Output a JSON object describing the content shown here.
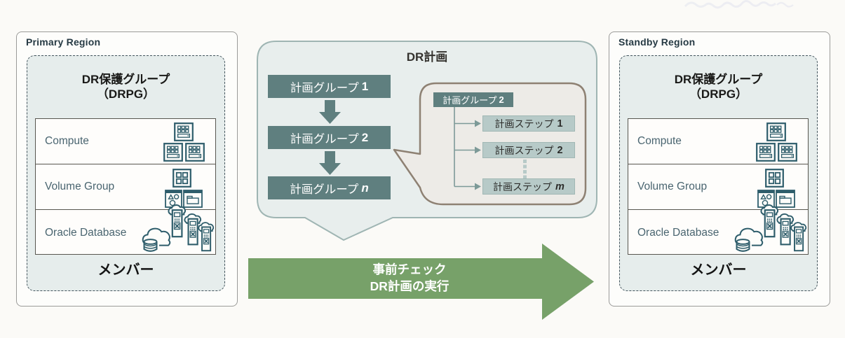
{
  "regions": [
    {
      "label": "Primary Region",
      "drpg": {
        "title_line1": "DR保護グループ",
        "title_line2": "（DRPG）",
        "members": [
          {
            "label": "Compute",
            "icons": [
              "vm-icon",
              "vm-icon",
              "vm-icon"
            ]
          },
          {
            "label": "Volume Group",
            "icons": [
              "panes-icon",
              "shapes-icon",
              "folder-icon"
            ]
          },
          {
            "label": "Oracle Database",
            "icons": [
              "cloud-database-icon",
              "db-tower-icon",
              "db-tower-icon",
              "db-tower-icon"
            ]
          }
        ],
        "footer": "メンバー"
      }
    },
    {
      "label": "Standby Region",
      "drpg": {
        "title_line1": "DR保護グループ",
        "title_line2": "（DRPG）",
        "members": [
          {
            "label": "Compute",
            "icons": [
              "vm-icon",
              "vm-icon",
              "vm-icon"
            ]
          },
          {
            "label": "Volume Group",
            "icons": [
              "panes-icon",
              "shapes-icon",
              "folder-icon"
            ]
          },
          {
            "label": "Oracle Database",
            "icons": [
              "cloud-database-icon",
              "db-tower-icon",
              "db-tower-icon",
              "db-tower-icon"
            ]
          }
        ],
        "footer": "メンバー"
      }
    }
  ],
  "plan": {
    "title": "DR計画",
    "groups": [
      {
        "label": "計画グループ",
        "number": "1"
      },
      {
        "label": "計画グループ",
        "number": "2"
      },
      {
        "label": "計画グループ",
        "number": "n"
      }
    ],
    "callout": {
      "group": {
        "label": "計画グループ",
        "number": "2"
      },
      "steps": [
        {
          "label": "計画ステップ",
          "number": "1"
        },
        {
          "label": "計画ステップ",
          "number": "2"
        },
        {
          "label": "計画ステップ",
          "number": "m"
        }
      ]
    }
  },
  "flow_arrow": {
    "line1": "事前チェック",
    "line2": "DR計画の実行"
  },
  "colors": {
    "page_bg": "#fbfaf7",
    "teal_dark": "#5f7f7f",
    "teal_light": "#b7cac8",
    "bubble_bg": "#e8eeed",
    "bubble_border": "#9fb5b3",
    "callout_bg": "#edebe7",
    "callout_border": "#8e8173",
    "drpg_bg": "#e6edec",
    "drpg_dash": "#43545c",
    "green_arrow": "#77a169",
    "icon_stroke": "#2e5d6b",
    "table_border": "#58564f"
  }
}
